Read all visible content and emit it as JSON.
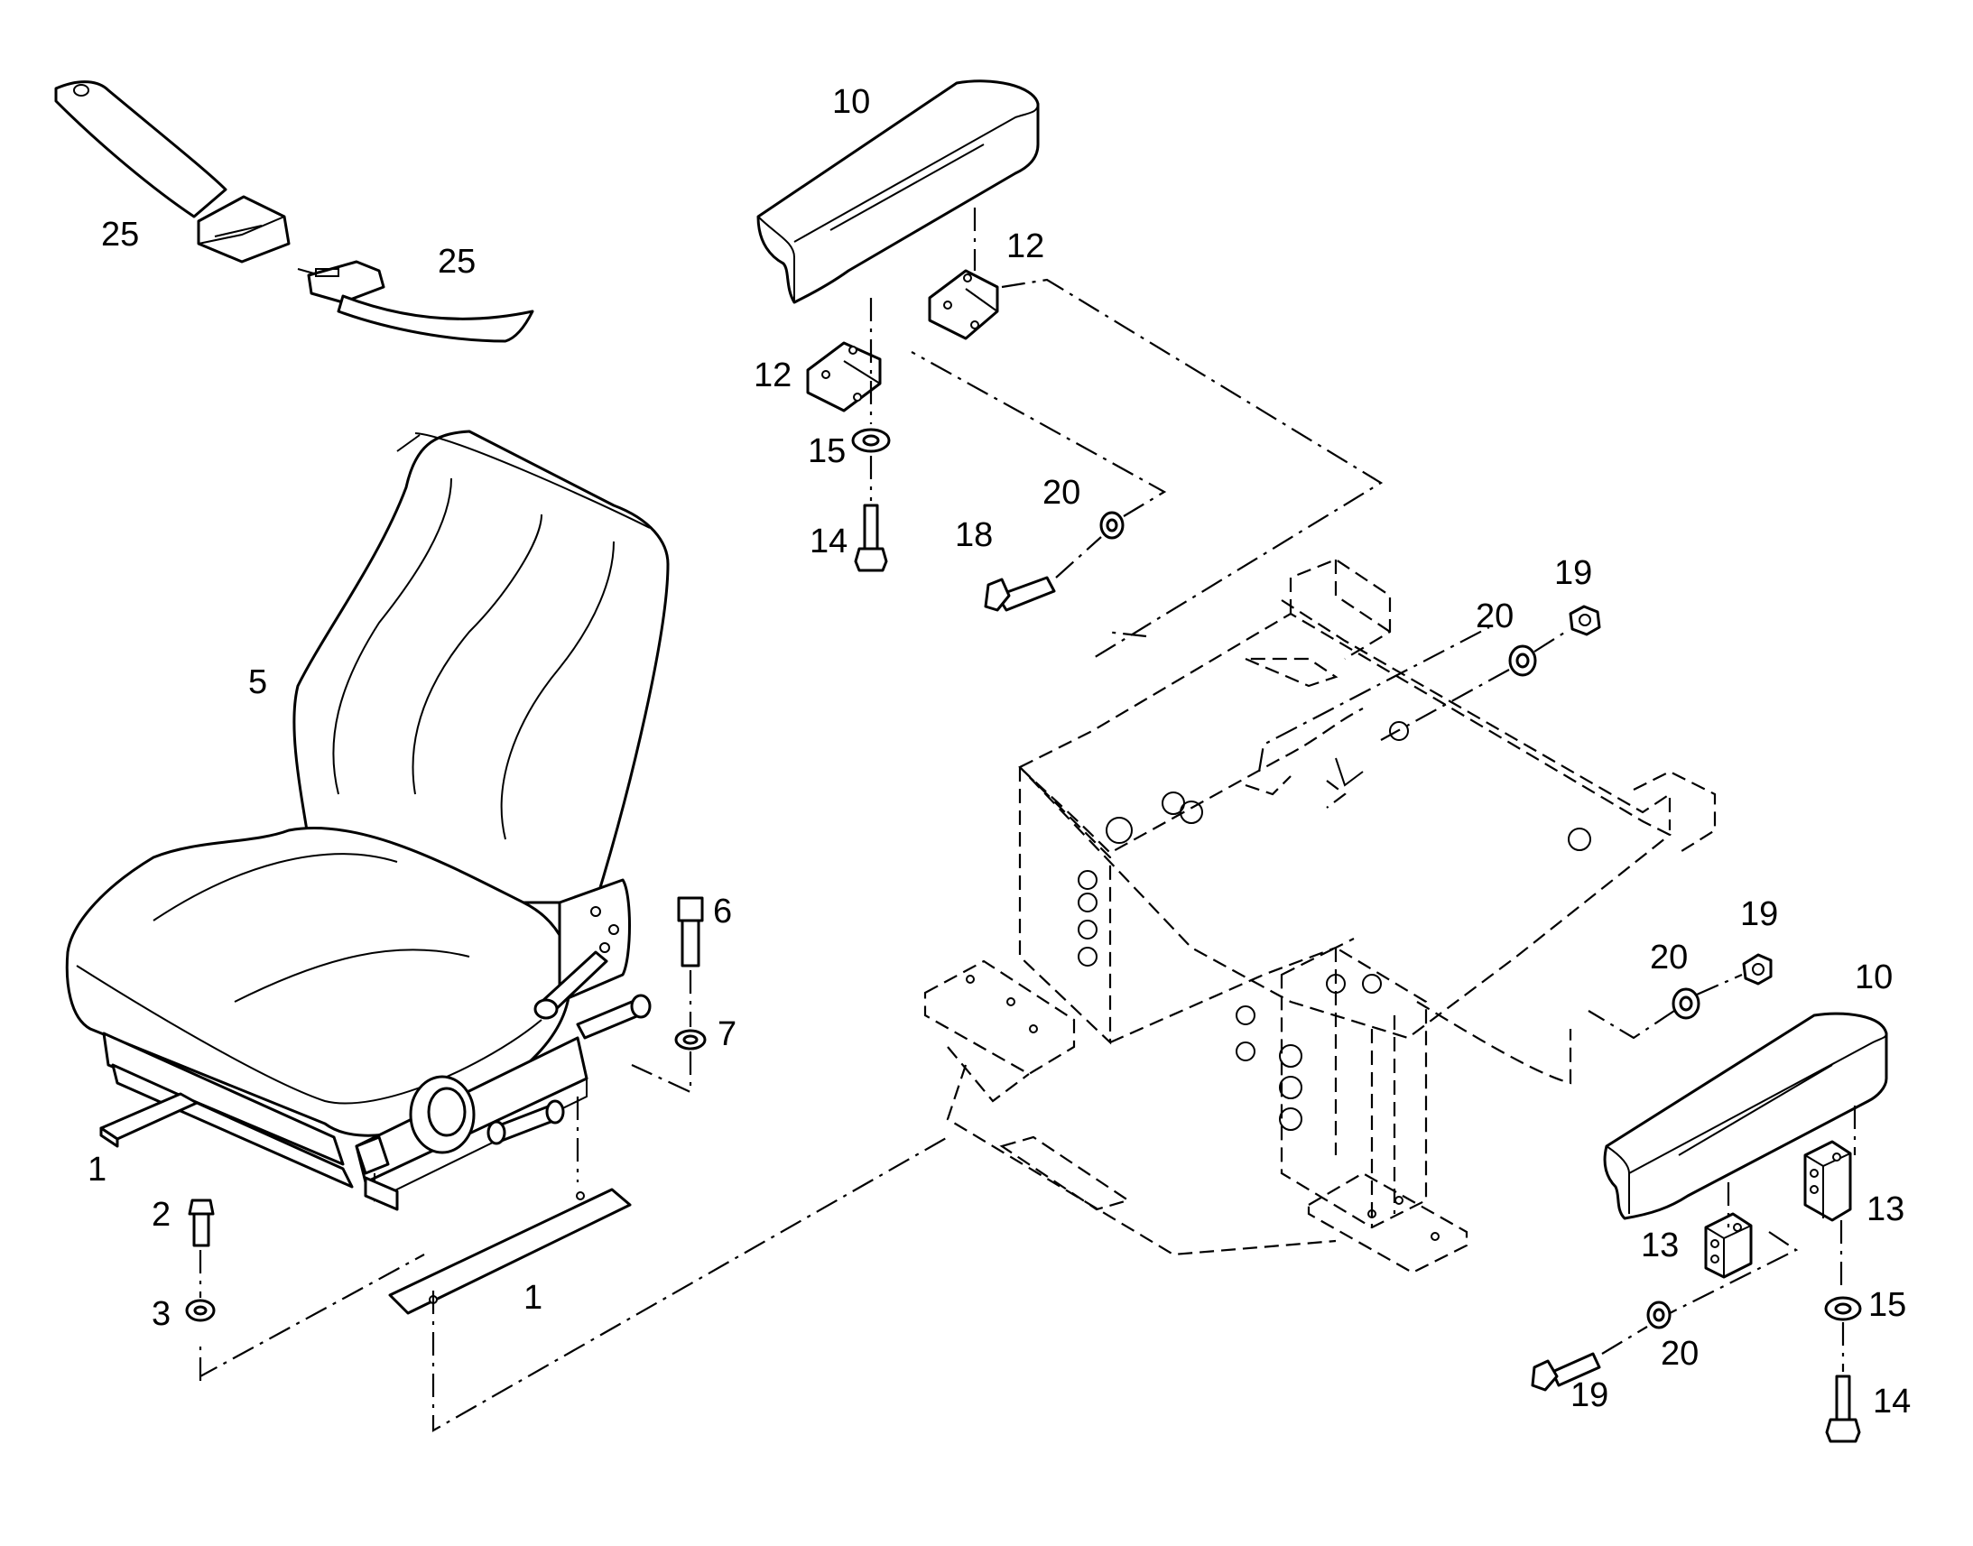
{
  "callouts": {
    "c1a": "1",
    "c1b": "1",
    "c2": "2",
    "c3": "3",
    "c5": "5",
    "c6": "6",
    "c7": "7",
    "c10a": "10",
    "c10b": "10",
    "c12a": "12",
    "c12b": "12",
    "c13a": "13",
    "c13b": "13",
    "c14a": "14",
    "c14b": "14",
    "c15a": "15",
    "c15b": "15",
    "c18": "18",
    "c19a": "19",
    "c19b": "19",
    "c19c": "19",
    "c20a": "20",
    "c20b": "20",
    "c20c": "20",
    "c20d": "20",
    "c25a": "25",
    "c25b": "25"
  }
}
